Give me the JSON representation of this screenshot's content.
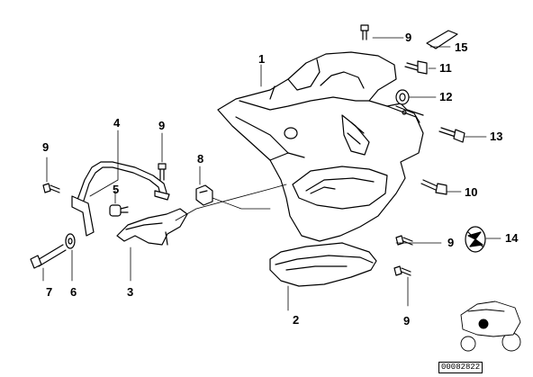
{
  "diagram": {
    "callouts": [
      {
        "id": "c1",
        "text": "1"
      },
      {
        "id": "c2",
        "text": "2"
      },
      {
        "id": "c3",
        "text": "3"
      },
      {
        "id": "c4",
        "text": "4"
      },
      {
        "id": "c5",
        "text": "5"
      },
      {
        "id": "c6",
        "text": "6"
      },
      {
        "id": "c7",
        "text": "7"
      },
      {
        "id": "c8",
        "text": "8"
      },
      {
        "id": "c9a",
        "text": "9"
      },
      {
        "id": "c9b",
        "text": "9"
      },
      {
        "id": "c9c",
        "text": "9"
      },
      {
        "id": "c9d",
        "text": "9"
      },
      {
        "id": "c9e",
        "text": "9"
      },
      {
        "id": "c10",
        "text": "10"
      },
      {
        "id": "c11",
        "text": "11"
      },
      {
        "id": "c12",
        "text": "12"
      },
      {
        "id": "c13",
        "text": "13"
      },
      {
        "id": "c14",
        "text": "14"
      },
      {
        "id": "c15",
        "text": "15"
      }
    ],
    "doc_number": "00082822"
  }
}
